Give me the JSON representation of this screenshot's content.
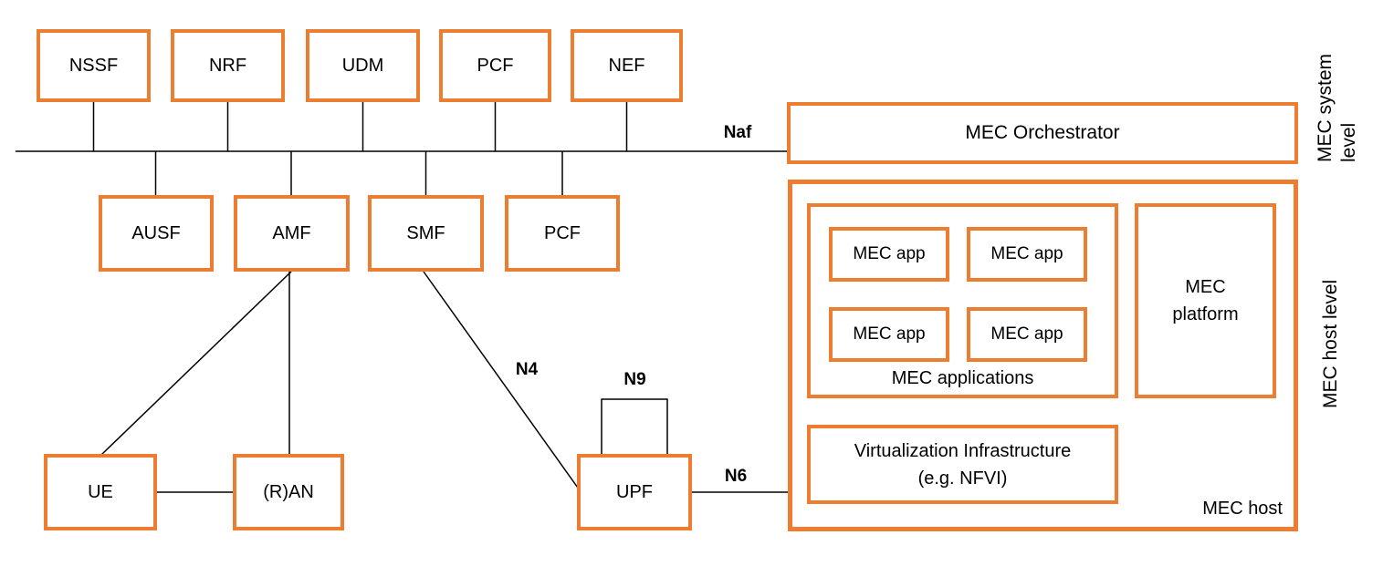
{
  "colors": {
    "accent": "#ED7D31",
    "line": "#000000"
  },
  "nodes": {
    "nssf": "NSSF",
    "nrf": "NRF",
    "udm": "UDM",
    "pcf_top": "PCF",
    "nef": "NEF",
    "ausf": "AUSF",
    "amf": "AMF",
    "smf": "SMF",
    "pcf_core": "PCF",
    "ue": "UE",
    "ran": "(R)AN",
    "upf": "UPF"
  },
  "interfaces": {
    "naf": "Naf",
    "n4": "N4",
    "n9": "N9",
    "n6": "N6"
  },
  "mec": {
    "orchestrator": "MEC Orchestrator",
    "apps": [
      "MEC app",
      "MEC app",
      "MEC app",
      "MEC app"
    ],
    "applications_label": "MEC applications",
    "platform": "MEC platform",
    "virtualization_line1": "Virtualization Infrastructure",
    "virtualization_line2": "(e.g. NFVI)",
    "host_label": "MEC host"
  },
  "side_labels": {
    "system_level": "MEC system level",
    "host_level": "MEC host level"
  }
}
